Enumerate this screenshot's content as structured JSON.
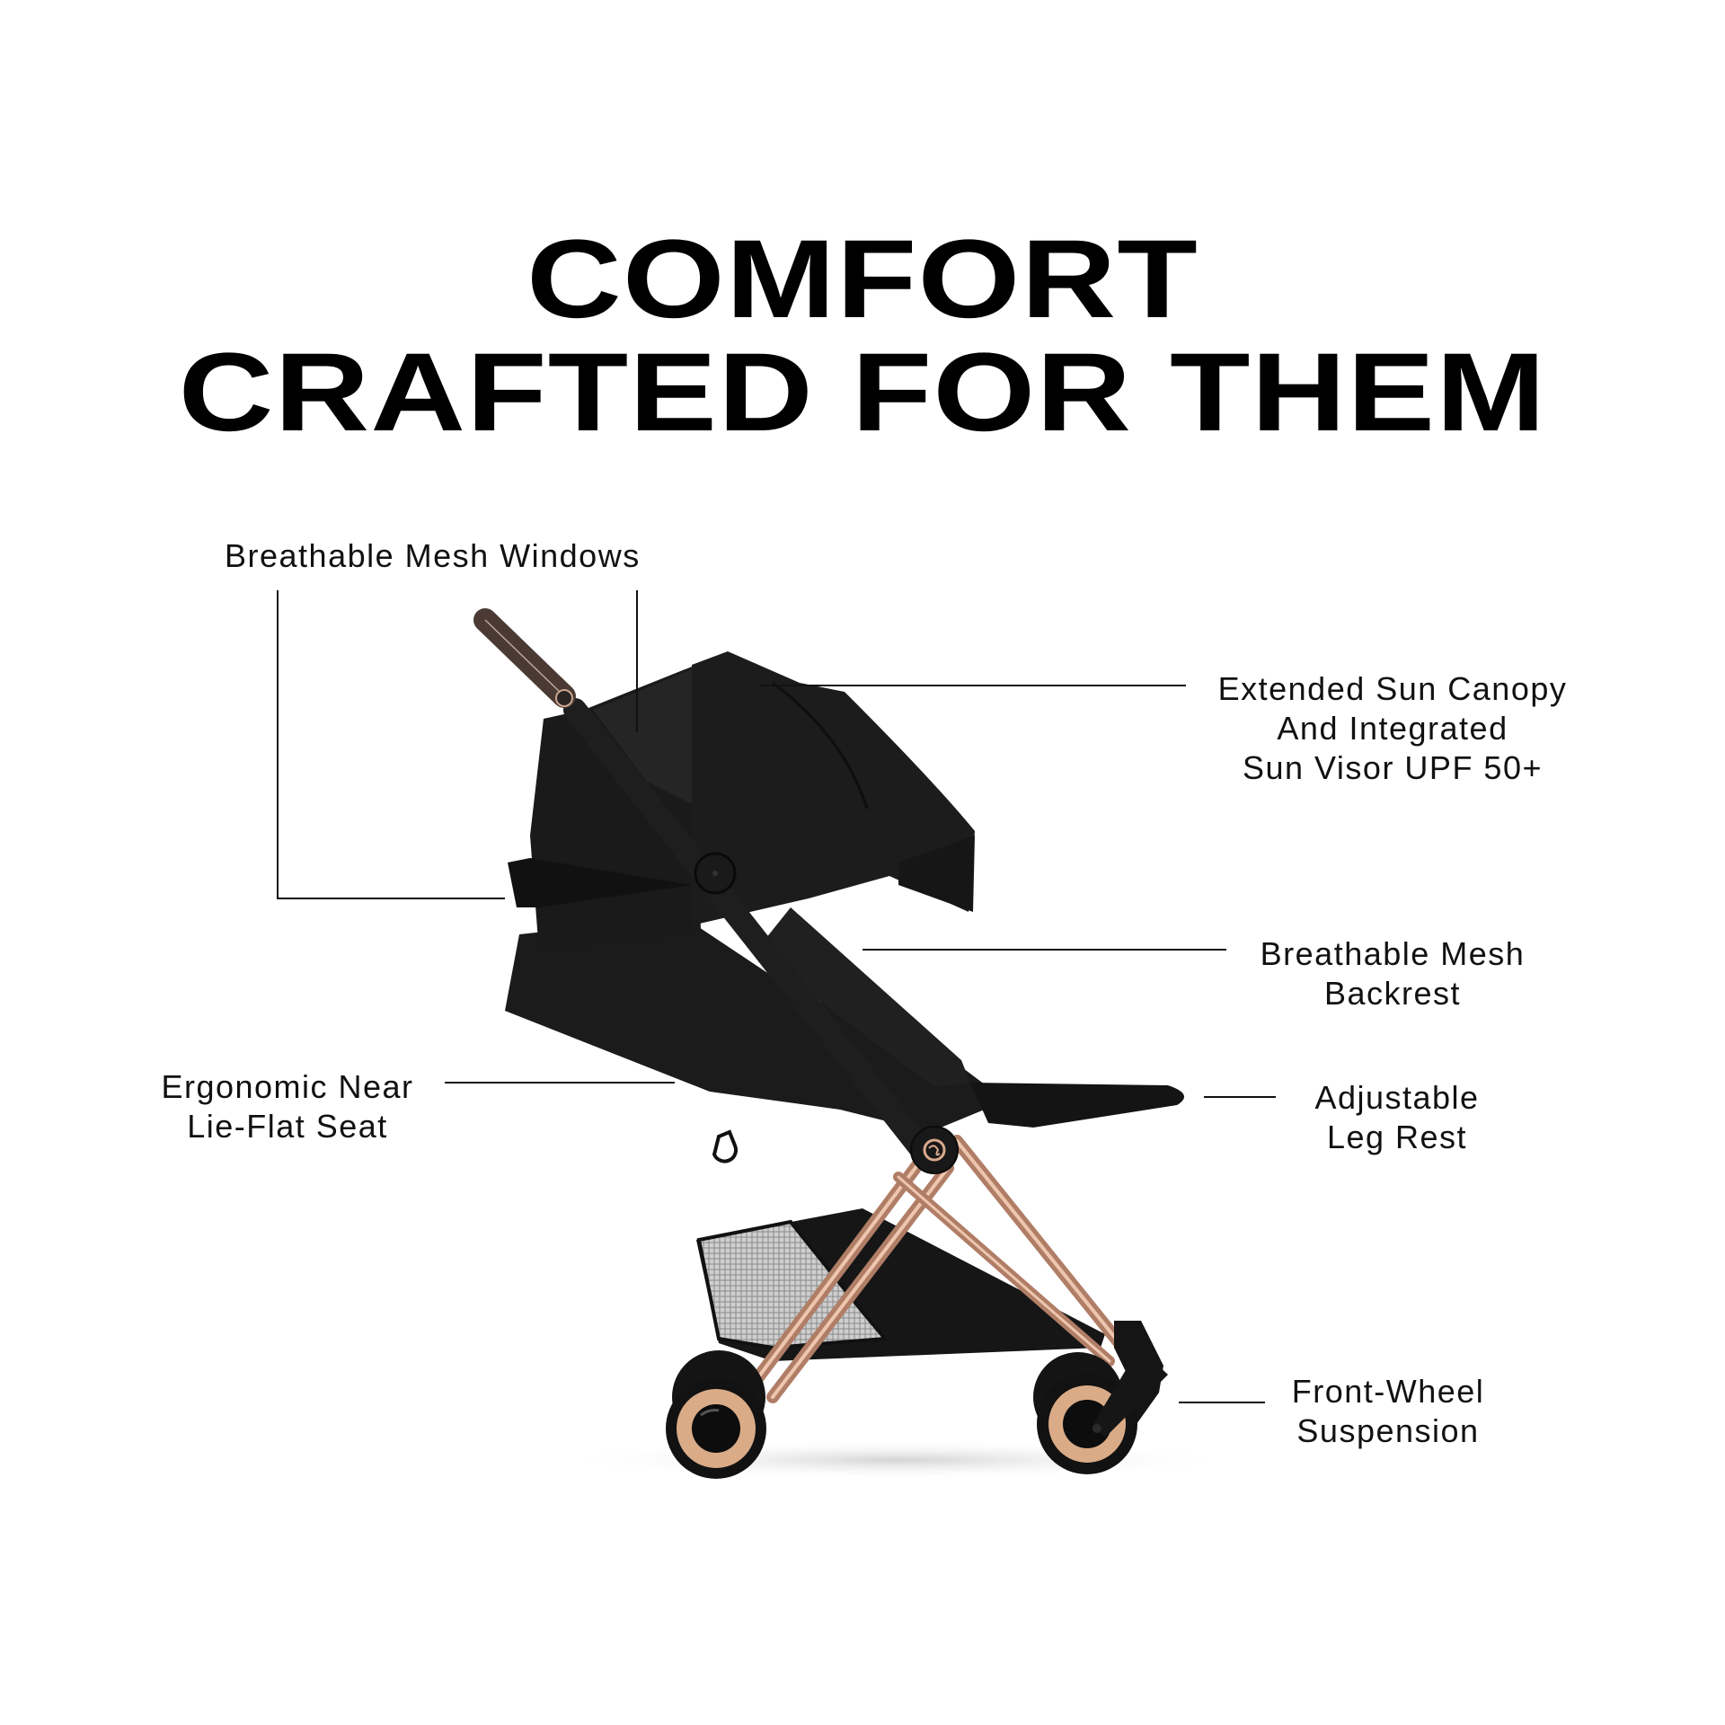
{
  "headline": {
    "line1": "COMFORT",
    "line2": "CRAFTED FOR THEM"
  },
  "callouts": {
    "mesh_windows": {
      "lines": [
        "Breathable Mesh Windows"
      ]
    },
    "sun_canopy": {
      "lines": [
        "Extended Sun Canopy",
        "And Integrated",
        "Sun Visor UPF 50+"
      ]
    },
    "mesh_backrest": {
      "lines": [
        "Breathable Mesh",
        "Backrest"
      ]
    },
    "seat": {
      "lines": [
        "Ergonomic Near",
        "Lie-Flat Seat"
      ]
    },
    "leg_rest": {
      "lines": [
        "Adjustable",
        "Leg Rest"
      ]
    },
    "suspension": {
      "lines": [
        "Front-Wheel",
        "Suspension"
      ]
    }
  },
  "product": {
    "name": "stroller",
    "colors": {
      "fabric": "#1b1b1b",
      "frame": "#c9957a",
      "handle": "#4a3a33",
      "wheel_rim": "#d9ab87",
      "tire": "#111111"
    }
  }
}
